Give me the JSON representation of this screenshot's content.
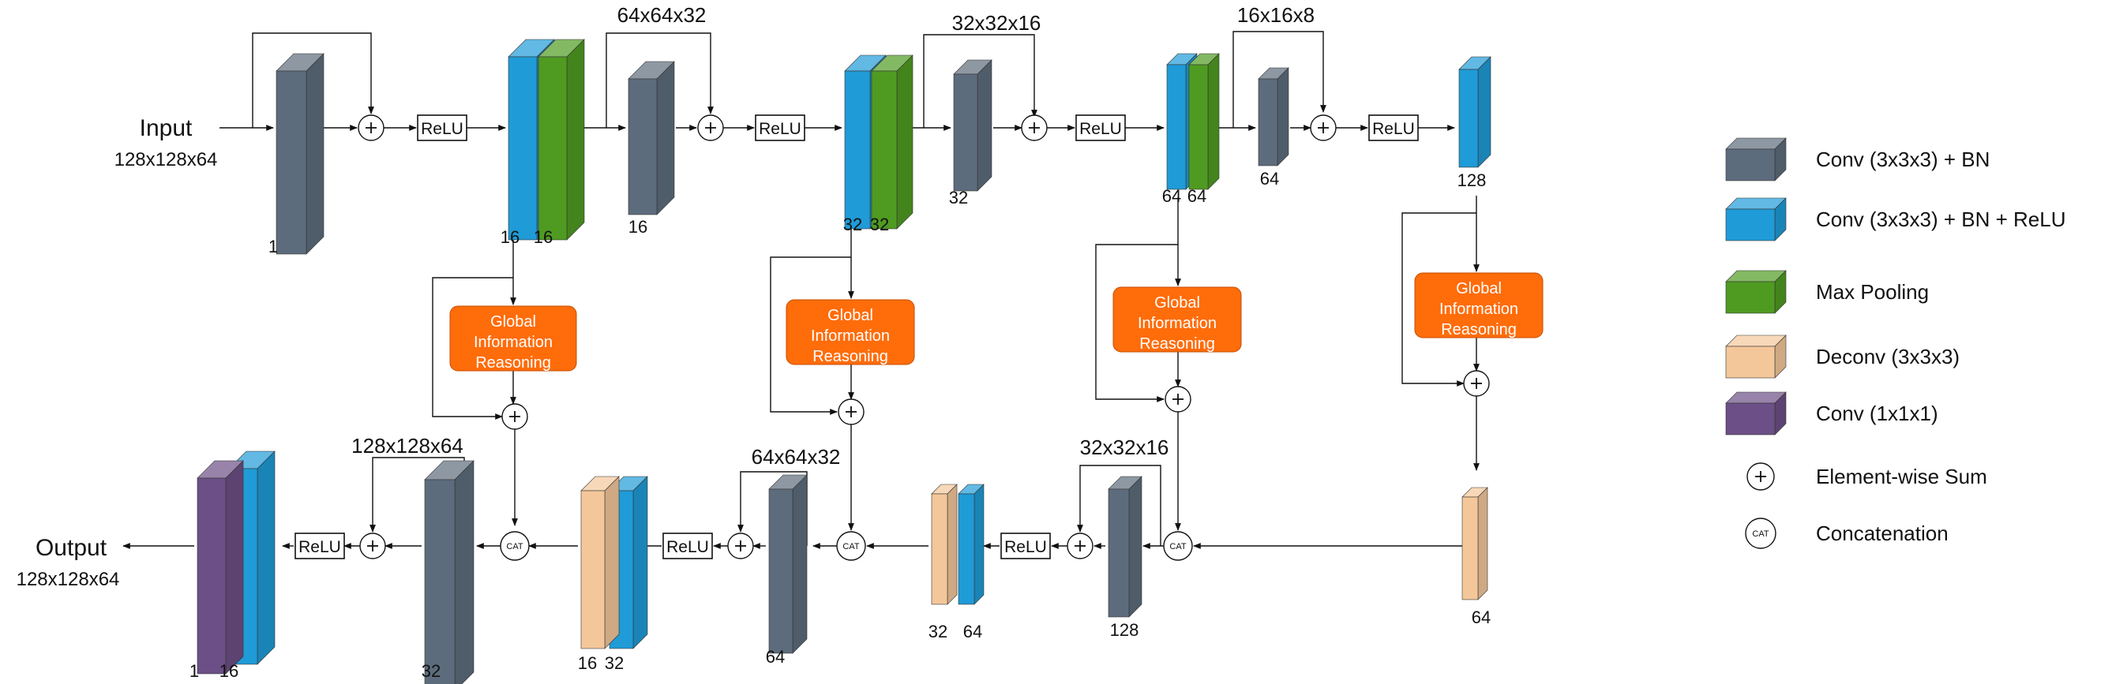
{
  "colors": {
    "conv_bn": "#5d6c7c",
    "conv_bn_relu": "#1f9bd7",
    "max_pool": "#4f9b21",
    "deconv": "#f4c79a",
    "conv1": "#6c4f86",
    "gir_fill": "#ff6c0a",
    "line": "#111111"
  },
  "io": {
    "input_label": "Input",
    "input_size": "128x128x64",
    "output_label": "Output",
    "output_size": "128x128x64"
  },
  "encoder": {
    "block1_ch": "1",
    "block1_pool_chs": [
      "16",
      "16"
    ],
    "block2_size": "64x64x32",
    "block2_ch": "16",
    "block2_pool_chs": [
      "32",
      "32"
    ],
    "block3_size": "32x32x16",
    "block3_ch": "32",
    "block3_pool_chs": [
      "64",
      "64"
    ],
    "block4_size": "16x16x8",
    "block4_ch": "64",
    "bottleneck_ch": "128"
  },
  "decoder": {
    "d4_deconv_ch": "64",
    "d3_size": "32x32x16",
    "d3_conv_ch": "128",
    "d3_deconv_chs": [
      "32",
      "64"
    ],
    "d2_size": "64x64x32",
    "d2_conv_ch": "64",
    "d2_deconv_chs": [
      "16",
      "32"
    ],
    "d1_size": "128x128x64",
    "d1_conv_ch": "32",
    "out_chs": [
      "1",
      "16"
    ]
  },
  "ops": {
    "relu": "ReLU",
    "cat": "CAT",
    "plus": "+",
    "gir_lines": [
      "Global",
      "Information",
      "Reasoning"
    ]
  },
  "legend": {
    "items": [
      {
        "label": "Conv (3x3x3) + BN",
        "icon": "cube-gray"
      },
      {
        "label": "Conv (3x3x3) + BN + ReLU",
        "icon": "cube-blue"
      },
      {
        "label": "Max Pooling",
        "icon": "cube-green"
      },
      {
        "label": "Deconv (3x3x3)",
        "icon": "cube-peach"
      },
      {
        "label": "Conv (1x1x1)",
        "icon": "cube-purple"
      },
      {
        "label": "Element-wise Sum",
        "icon": "plus-circle"
      },
      {
        "label": "Concatenation",
        "icon": "cat-circle"
      }
    ]
  }
}
